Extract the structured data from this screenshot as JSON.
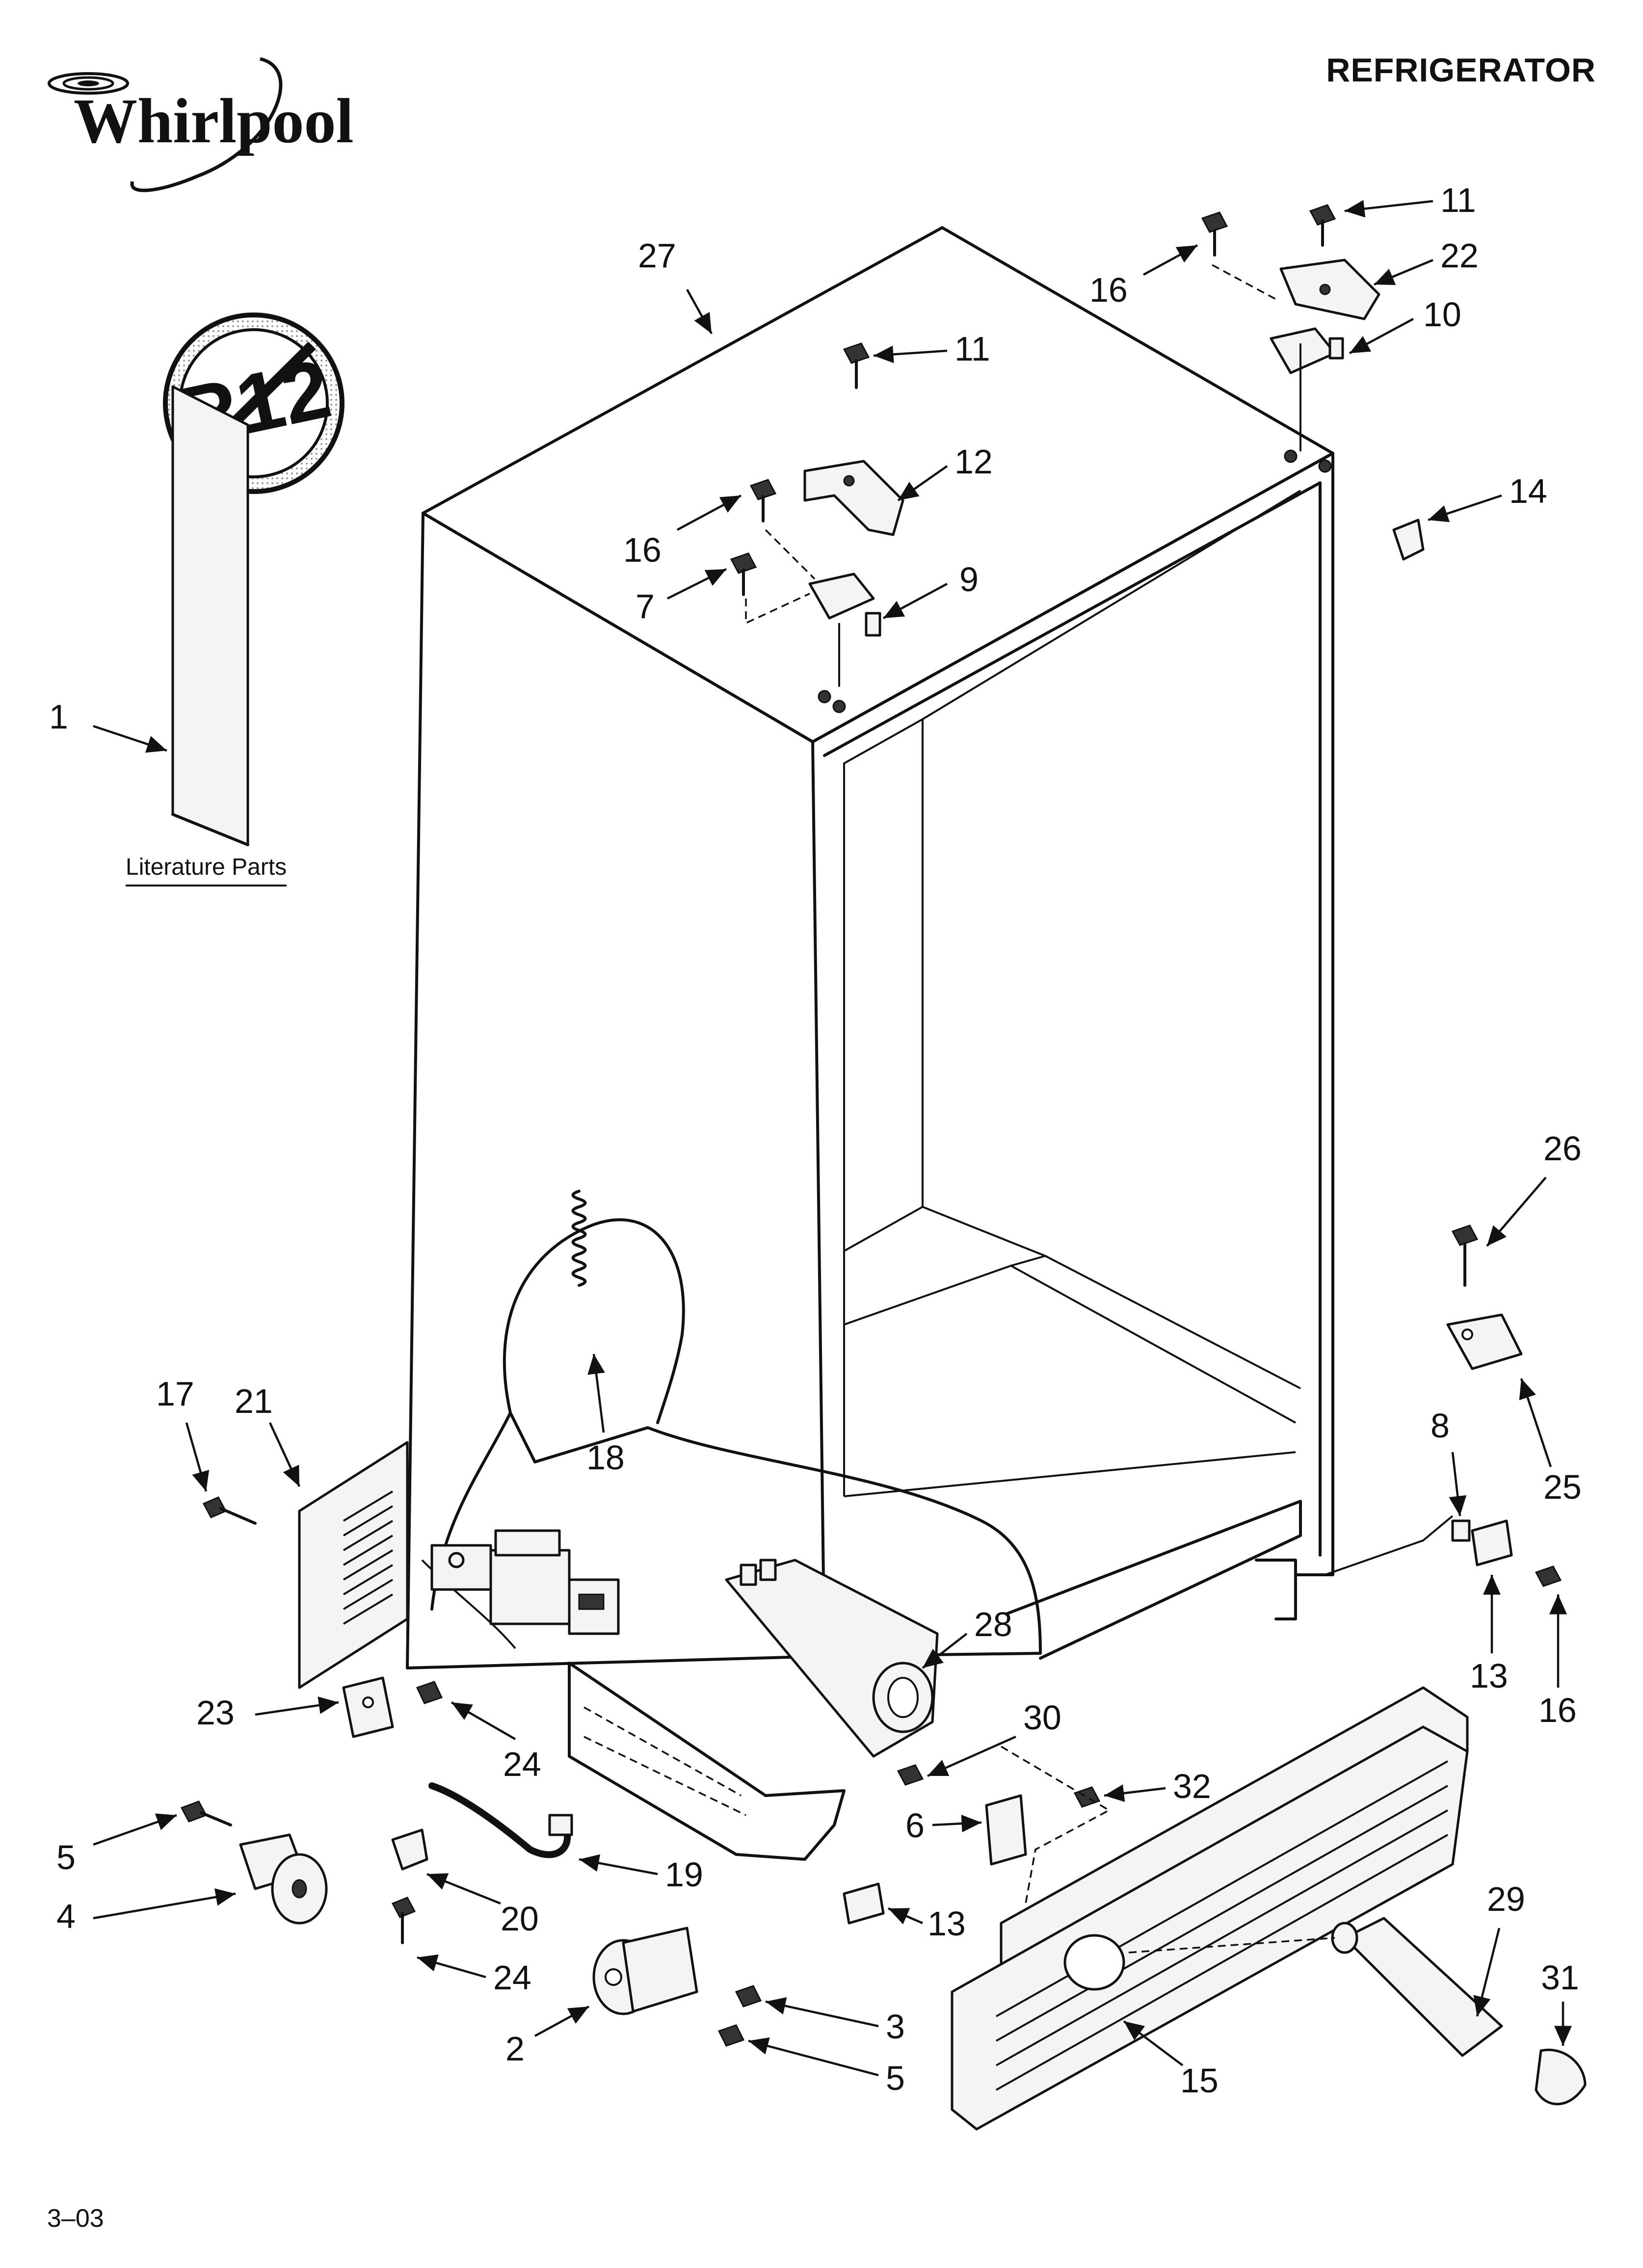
{
  "header": {
    "brand": "Whirlpool",
    "title": "REFRIGERATOR",
    "footer_code": "3–03"
  },
  "badge": {
    "text": "R12"
  },
  "literature": {
    "caption": "Literature Parts"
  },
  "callouts": [
    {
      "id": "c27",
      "label": "27"
    },
    {
      "id": "c11a",
      "label": "11"
    },
    {
      "id": "c22",
      "label": "22"
    },
    {
      "id": "c16a",
      "label": "16"
    },
    {
      "id": "c10",
      "label": "10"
    },
    {
      "id": "c11b",
      "label": "11"
    },
    {
      "id": "c12",
      "label": "12"
    },
    {
      "id": "c16b",
      "label": "16"
    },
    {
      "id": "c7",
      "label": "7"
    },
    {
      "id": "c9",
      "label": "9"
    },
    {
      "id": "c14",
      "label": "14"
    },
    {
      "id": "c1",
      "label": "1"
    },
    {
      "id": "c26",
      "label": "26"
    },
    {
      "id": "c25",
      "label": "25"
    },
    {
      "id": "c8",
      "label": "8"
    },
    {
      "id": "c13a",
      "label": "13"
    },
    {
      "id": "c16c",
      "label": "16"
    },
    {
      "id": "c17",
      "label": "17"
    },
    {
      "id": "c21",
      "label": "21"
    },
    {
      "id": "c18",
      "label": "18"
    },
    {
      "id": "c28",
      "label": "28"
    },
    {
      "id": "c30",
      "label": "30"
    },
    {
      "id": "c23",
      "label": "23"
    },
    {
      "id": "c24a",
      "label": "24"
    },
    {
      "id": "c32",
      "label": "32"
    },
    {
      "id": "c6",
      "label": "6"
    },
    {
      "id": "c5a",
      "label": "5"
    },
    {
      "id": "c19",
      "label": "19"
    },
    {
      "id": "c4",
      "label": "4"
    },
    {
      "id": "c20",
      "label": "20"
    },
    {
      "id": "c13b",
      "label": "13"
    },
    {
      "id": "c29",
      "label": "29"
    },
    {
      "id": "c24b",
      "label": "24"
    },
    {
      "id": "c31",
      "label": "31"
    },
    {
      "id": "c3",
      "label": "3"
    },
    {
      "id": "c2",
      "label": "2"
    },
    {
      "id": "c5b",
      "label": "5"
    },
    {
      "id": "c15",
      "label": "15"
    }
  ]
}
